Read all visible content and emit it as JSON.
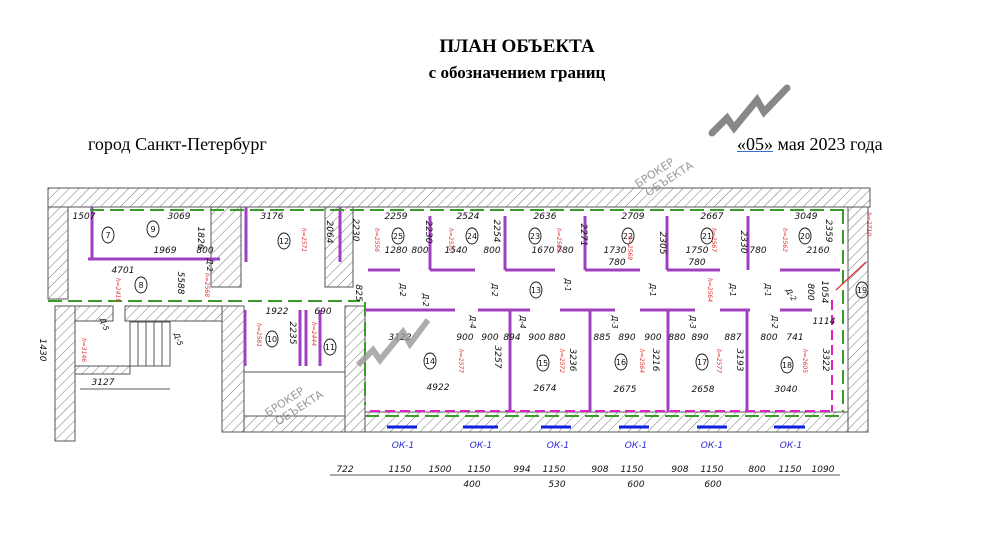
{
  "header": {
    "title": "ПЛАН ОБЪЕКТА",
    "subtitle": "с обозначением границ"
  },
  "city": "город Санкт-Петербург",
  "date": {
    "prefix": "«05»",
    "rest": " мая 2023 года"
  },
  "watermark": {
    "line1": "БРОКЕР",
    "line2": "ОБЪЕКТА"
  },
  "rooms": [
    "7",
    "9",
    "12",
    "8",
    "25",
    "24",
    "23",
    "22",
    "21",
    "20",
    "13",
    "19",
    "10",
    "11",
    "14",
    "15",
    "16",
    "17",
    "18"
  ],
  "dimensions": [
    "1507",
    "3069",
    "3176",
    "2259",
    "2524",
    "2636",
    "2709",
    "2667",
    "3049",
    "1969",
    "800",
    "1280",
    "800",
    "1540",
    "800",
    "1670",
    "780",
    "1730",
    "780",
    "1750",
    "780",
    "780",
    "2160",
    "1826",
    "2064",
    "2230",
    "2230",
    "2254",
    "2271",
    "2305",
    "2330",
    "2359",
    "4701",
    "5588",
    "825",
    "1054",
    "800",
    "1922",
    "690",
    "2235",
    "3122",
    "900",
    "900",
    "894",
    "900",
    "880",
    "885",
    "890",
    "900",
    "880",
    "890",
    "887",
    "800",
    "741",
    "1114",
    "3257",
    "3236",
    "3216",
    "3193",
    "3322",
    "4922",
    "2674",
    "2675",
    "2658",
    "3040",
    "3127",
    "1430",
    "722",
    "1150",
    "1500",
    "1150",
    "994",
    "1150",
    "908",
    "1150",
    "908",
    "1150",
    "800",
    "1150",
    "1090",
    "400",
    "530",
    "600",
    "600"
  ],
  "doors": [
    "Д-2",
    "Д-2",
    "Д-2",
    "Д-2",
    "Д-1",
    "Д-1",
    "Д-1",
    "Д-1",
    "Д-2",
    "Д-4",
    "Д-4",
    "Д-3",
    "Д-3",
    "Д-2",
    "Д-5",
    "Д-5"
  ],
  "heights": [
    "h=2419",
    "h=2568",
    "h=2571",
    "h=2556",
    "h=2572",
    "h=2560",
    "h=2569",
    "h=2567",
    "h=2562",
    "h=2564",
    "h=2710",
    "h=3146",
    "h=2581",
    "h=2444",
    "h=2577",
    "h=2572",
    "h=2564",
    "h=2577",
    "h=2605"
  ],
  "windows": [
    "ОК-1",
    "ОК-1",
    "ОК-1",
    "ОК-1",
    "ОК-1",
    "ОК-1"
  ],
  "colors": {
    "wall": "#555555",
    "partition": "#a040c0",
    "boundary": "#3a9a2a",
    "window": "#1020e0",
    "magenta": "#e020c0",
    "height": "#e03030"
  }
}
